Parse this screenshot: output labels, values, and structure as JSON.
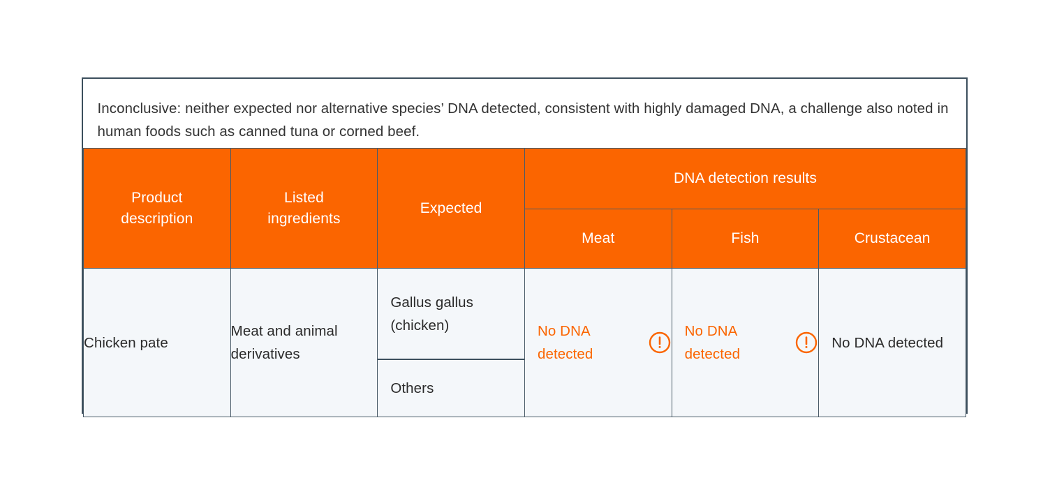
{
  "note": {
    "text": "Inconclusive: neither expected nor alternative species’ DNA detected, consistent with highly damaged DNA, a challenge also noted in human foods such as canned tuna or corned beef."
  },
  "colors": {
    "header_orange": "#FB6500",
    "alert_orange": "#FB6500",
    "border": "#3c4f5d",
    "body_background": "#F4F7FA",
    "body_text": "#2b2b2b"
  },
  "table": {
    "headers": {
      "product_description": "Product\ndescription",
      "product_description_line1": "Product",
      "product_description_line2": "description",
      "listed_ingredients_line1": "Listed",
      "listed_ingredients_line2": "ingredients",
      "expected": "Expected",
      "dna_group": "DNA detection results",
      "meat": "Meat",
      "fish": "Fish",
      "crustacean": "Crustacean"
    },
    "rows": [
      {
        "product_description": "Chicken pate",
        "listed_ingredients": "Meat and animal derivatives",
        "expected_primary": "Gallus gallus (chicken)",
        "expected_secondary": "Others",
        "results": {
          "meat": {
            "text": "No DNA detected",
            "alert": true,
            "icon": "warning-circle-icon"
          },
          "fish": {
            "text": "No DNA detected",
            "alert": true,
            "icon": "warning-circle-icon"
          },
          "crustacean": {
            "text": "No DNA detected",
            "alert": false,
            "icon": null
          }
        }
      }
    ]
  }
}
